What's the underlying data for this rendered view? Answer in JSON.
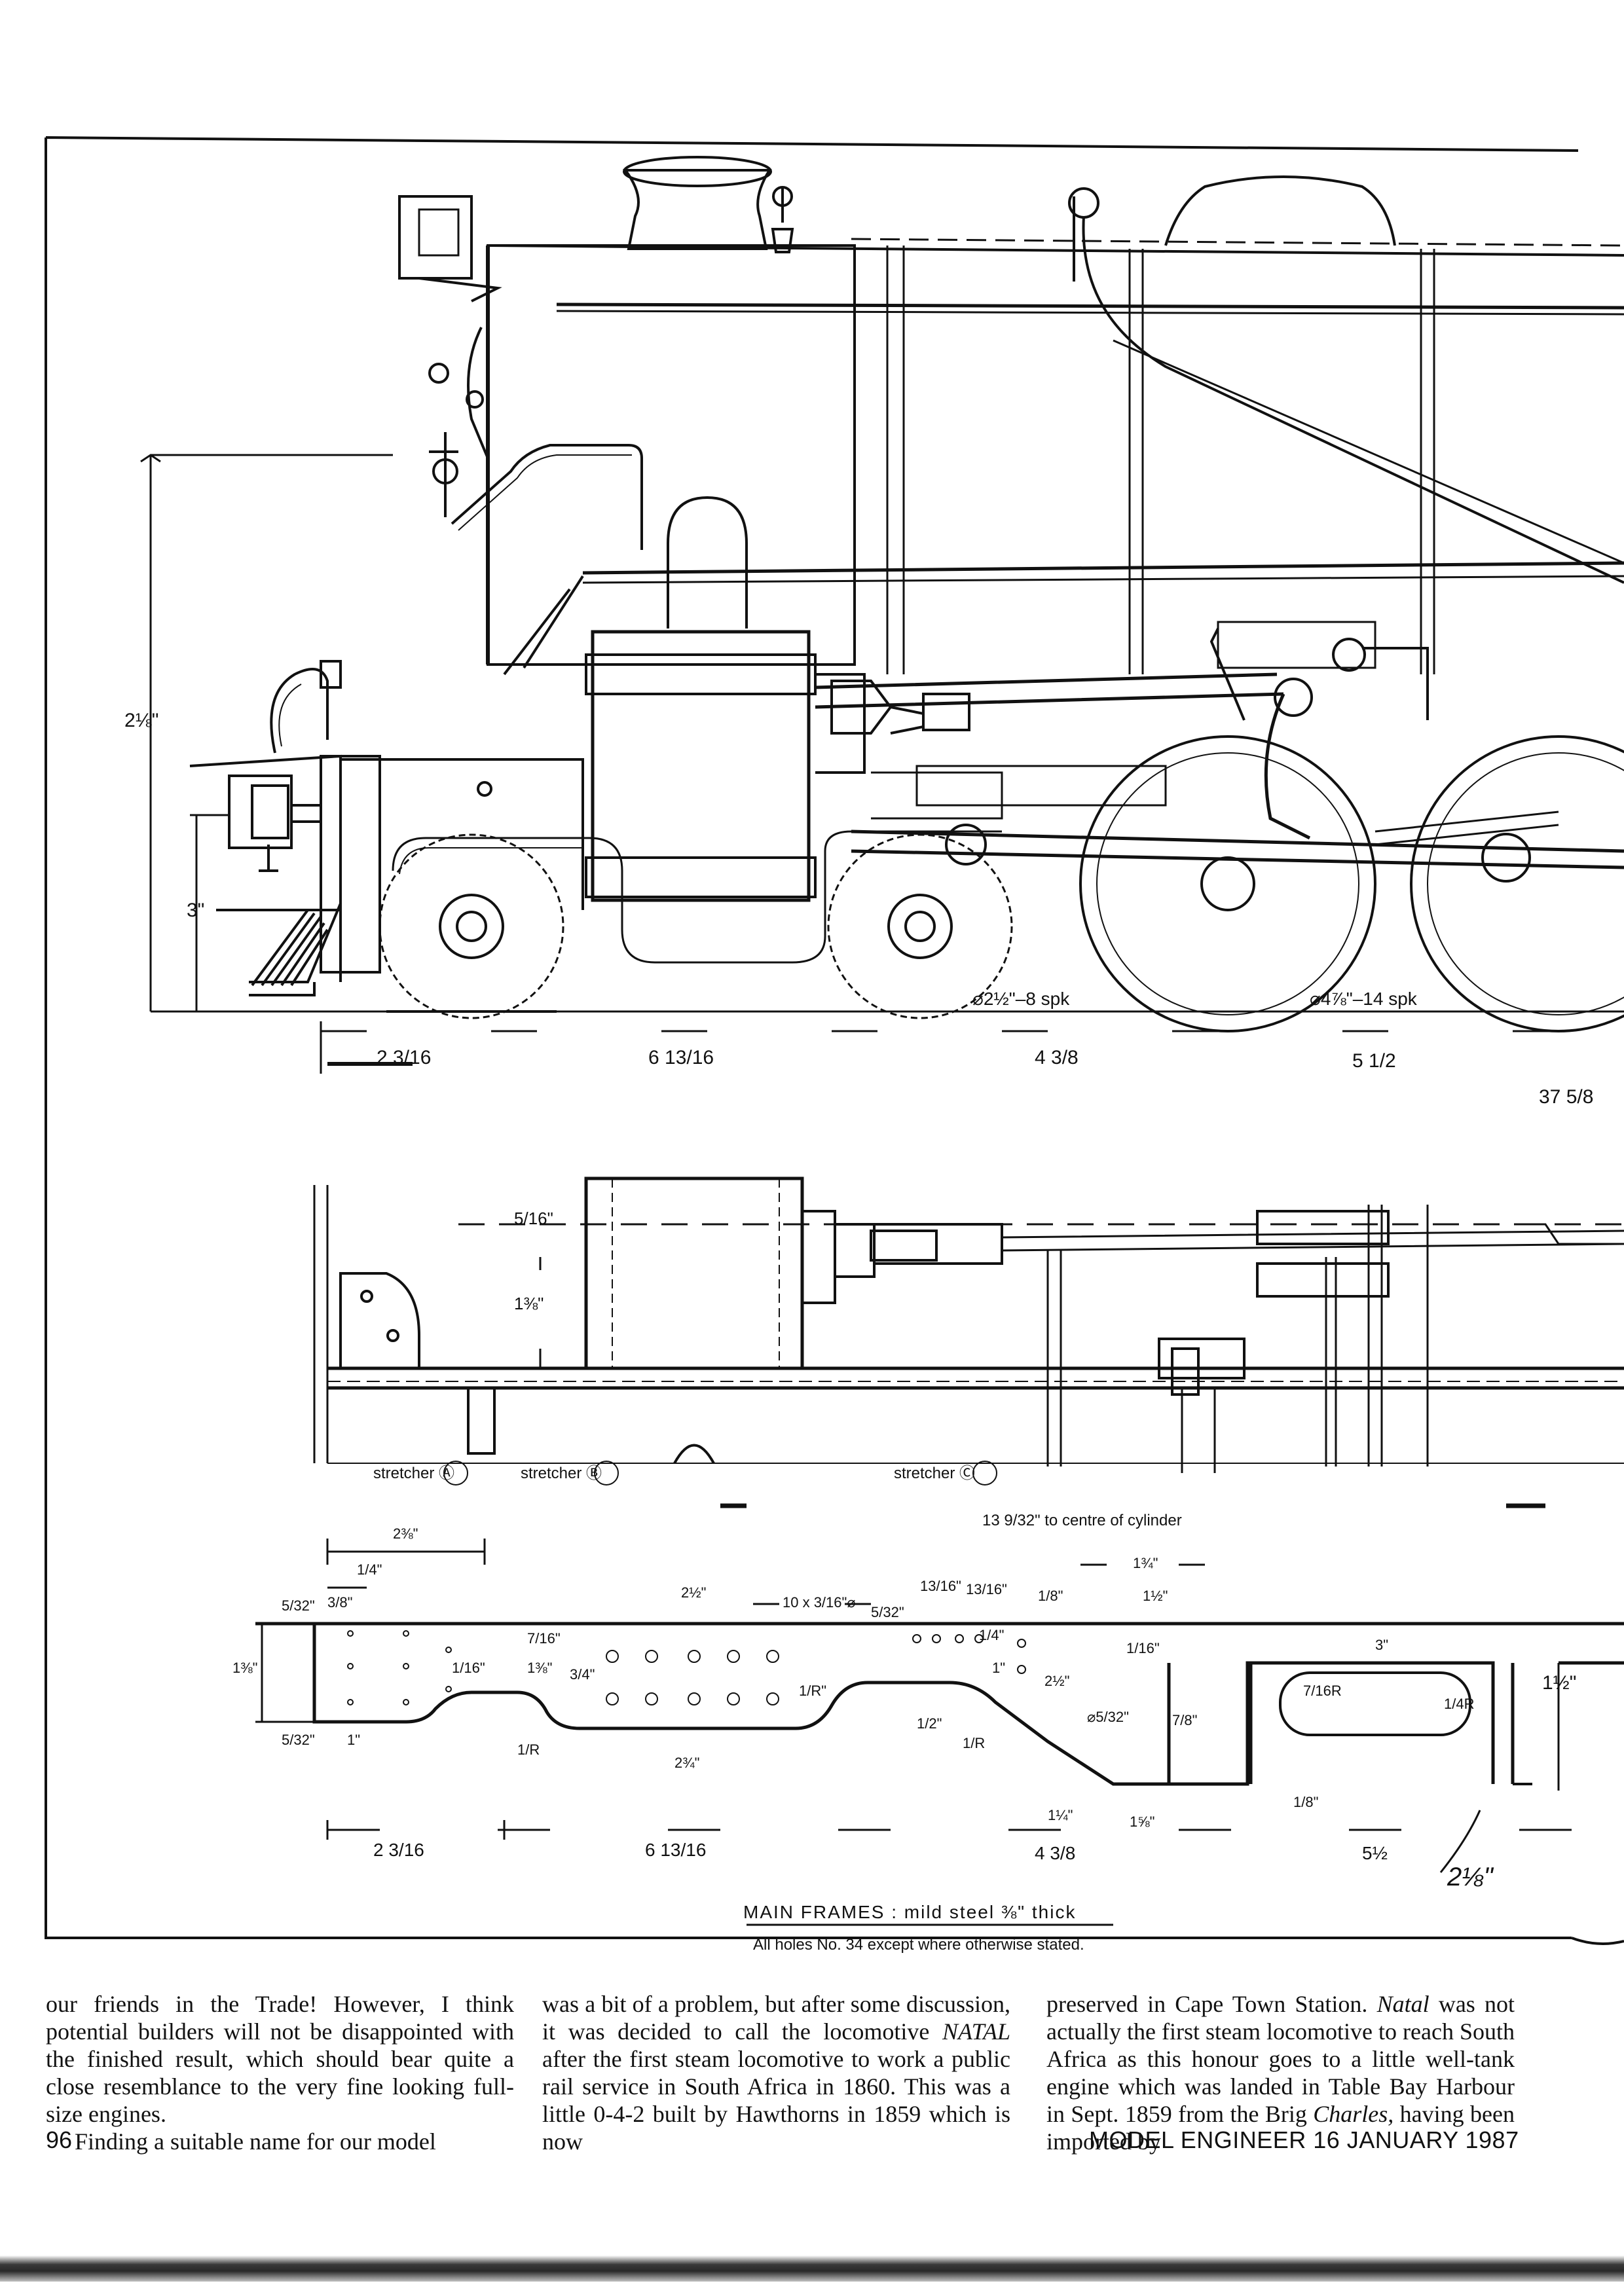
{
  "drawing": {
    "elevation_dims": {
      "height_main": "2⅛\"",
      "height_lower": "3\"",
      "bottom": [
        "2 3/16",
        "6 13/16",
        "4 3/8",
        "5 1/2",
        "37 5/8"
      ],
      "wheel_notes": [
        "⌀2½\"–8 spk",
        "⌀4⅞\"–14 spk"
      ]
    },
    "plan_dims": {
      "left_top": "5/16\"",
      "left_bottom": "1⅜\"",
      "stretchers": [
        "stretcher Ⓐ",
        "stretcher Ⓑ",
        "stretcher Ⓒ"
      ]
    },
    "frame_dims": {
      "centre_note": "13 9/32\" to centre of cylinder",
      "top": [
        "2⅜\"",
        "1/4\"",
        "5/32\"",
        "3/8\"",
        "2½\"",
        "10 x 3/16\"⌀",
        "5/32\"",
        "13/16\"",
        "13/16\"",
        "1/8\"",
        "1¾\"",
        "1½\""
      ],
      "inner": [
        "1⅜\"",
        "1/16\"",
        "7/16\"",
        "1⅜\"",
        "3/4\"",
        "1/R\"",
        "1/4\"",
        "1\"",
        "2½\"",
        "1/16\"",
        "3\"",
        "⌀5/32\"",
        "7/8\"",
        "7/16R",
        "1/4R",
        "1½\""
      ],
      "bottom_small": [
        "5/32\"",
        "1\"",
        "1/R",
        "2¾\"",
        "1/2\"",
        "1/R",
        "1¼\"",
        "1⅝\"",
        "1/8\""
      ],
      "bottom": [
        "2 3/16",
        "6 13/16",
        "4 3/8",
        "5½",
        "2⅛\""
      ]
    },
    "caption": "MAIN FRAMES :  mild steel ⅜\" thick",
    "caption_note": "All holes No. 34 except where otherwise stated."
  },
  "article": {
    "col1_p1": "our friends in the Trade! However, I think potential builders will not be disappointed with the finished result, which should bear quite a close resemblance to the very fine looking full-size engines.",
    "col1_p2": "Finding a suitable name for our model",
    "col2_pre": "was a bit of a problem, but after some discussion, it was decided to call the locomotive ",
    "col2_i1": "NATAL",
    "col2_post": " after the first steam locomotive to work a public rail service in South Africa in 1860. This was a little 0-4-2 built by Hawthorns in 1859 which is now",
    "col3_pre": "preserved in Cape Town Station. ",
    "col3_i1": "Natal",
    "col3_mid": " was not actually the first steam locomotive to reach South Africa as this honour goes to a little well-tank engine which was landed in Table Bay Harbour in Sept. 1859 from the Brig ",
    "col3_i2": "Charles,",
    "col3_post": " having been imported by"
  },
  "footer": {
    "page_number": "96",
    "running_title": "MODEL ENGINEER 16 JANUARY 1987"
  }
}
